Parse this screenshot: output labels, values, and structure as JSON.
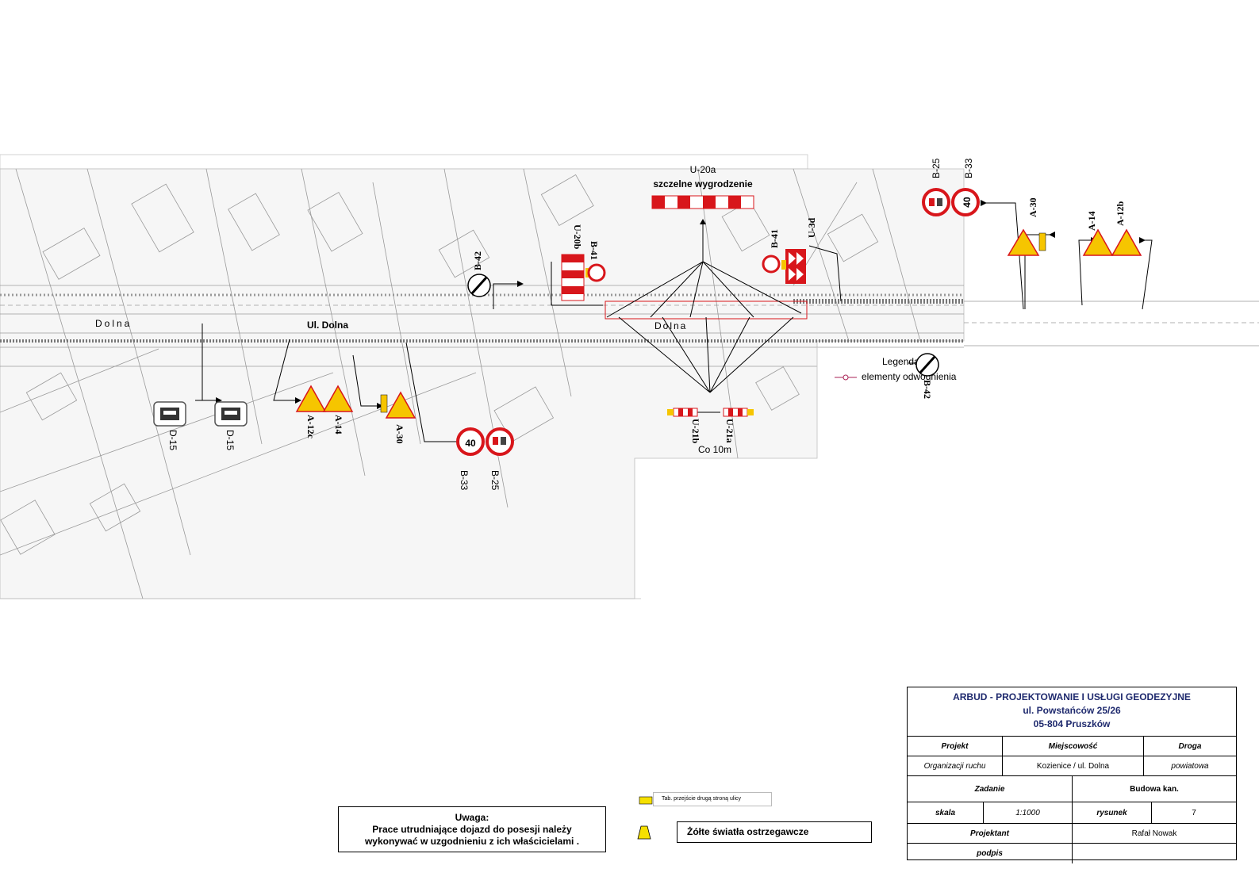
{
  "labels": {
    "street": "Ul. Dolna",
    "u20a": "U-20a",
    "u20a_desc": "szczelne wygrodzenie",
    "co10m": "Co 10m",
    "legenda": "Legenda",
    "legenda_item": "elementy odwodnienia",
    "b25_top": "B-25",
    "b33_top": "B-33",
    "a30_right": "A-30",
    "a14_right": "A-14",
    "a12b": "A-12b",
    "b41_mid": "B-41",
    "u3d": "U-3d",
    "u20b": "U-20b",
    "b41_left": "B-41",
    "b42_top": "B-42",
    "b42_bottom": "B-42",
    "d15_a": "D-15",
    "d15_b": "D-15",
    "a12c": "A-12c",
    "a14_left": "A-14",
    "a30_left": "A-30",
    "b33_bottom": "B-33",
    "b25_bottom": "B-25",
    "u21b": "U-21b",
    "u21a": "U-21a",
    "sign40_a": "40",
    "sign40_b": "40",
    "dolna_map": "Dolna"
  },
  "legend": {
    "item1": "Tab. przejście drugą stroną ulicy",
    "item2": "Żółte światła ostrzegawcze"
  },
  "note": {
    "title": "Uwaga:",
    "line1": "Prace utrudniające dojazd do posesji należy",
    "line2": "wykonywać w uzgodnieniu z ich właścicielami ."
  },
  "title_block": {
    "company": "ARBUD - PROJEKTOWANIE I USŁUGI GEODEZYJNE",
    "address": "ul. Powstańców 25/26",
    "city": "05-804 Pruszków",
    "h_projekt": "Projekt",
    "h_miejscowosc": "Miejscowość",
    "h_droga": "Droga",
    "v_projekt": "Organizacji ruchu",
    "v_miejscowosc": "Kozienice / ul. Dolna",
    "v_droga": "powiatowa",
    "h_zadanie": "Zadanie",
    "v_zadanie": "Budowa kan.",
    "h_skala": "skala",
    "v_skala": "1:1000",
    "h_rysunek": "rysunek",
    "v_rysunek": "7",
    "h_projektant": "Projektant",
    "v_projektant": "Rafał Nowak",
    "h_podpis": "podpis",
    "v_podpis": ""
  },
  "colors": {
    "sign_red": "#d8161b",
    "sign_yellow": "#f6c500",
    "map_line": "#9a9a9a",
    "title_blue": "#1f2a6e"
  }
}
